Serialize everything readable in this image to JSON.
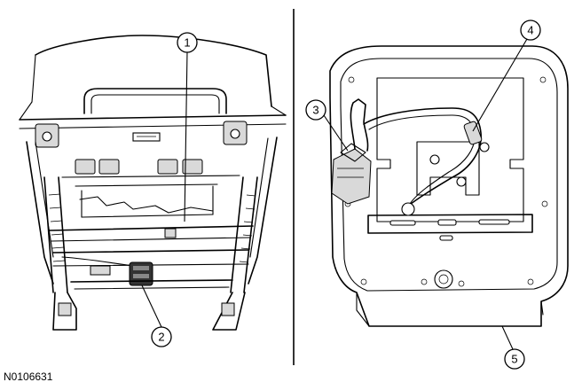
{
  "figure_id": "N0106631",
  "callouts": [
    {
      "number": "1"
    },
    {
      "number": "2"
    },
    {
      "number": "3"
    },
    {
      "number": "4"
    },
    {
      "number": "5"
    }
  ]
}
